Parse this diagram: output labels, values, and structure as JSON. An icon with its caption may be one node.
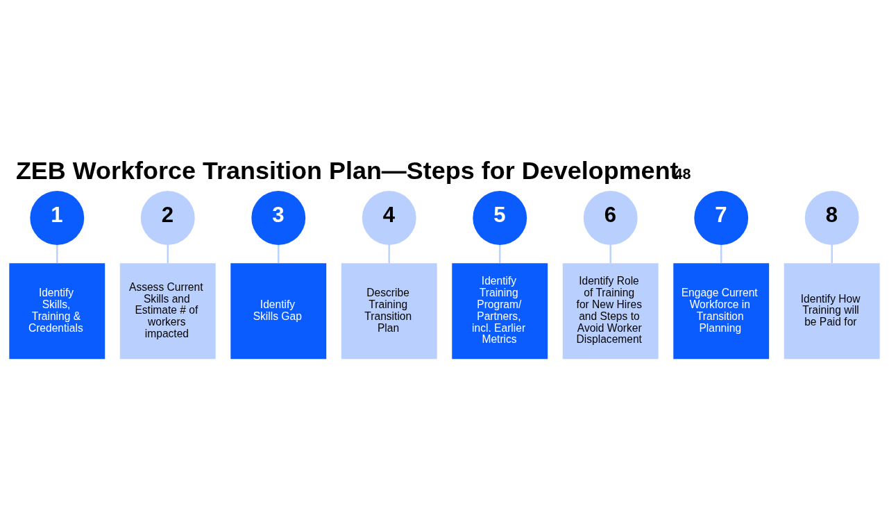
{
  "diagram": {
    "title": "ZEB Workforce Transition Plan—Steps for Development$^{48}$",
    "nodes": [
      {
        "text": [
          "1"
        ]
      },
      {
        "text": [
          "Identify Skills, Training & Credentials"
        ]
      },
      {
        "text": [
          "2"
        ]
      },
      {
        "text": [
          "Assess Current Skills and Estimate # of workers impacted"
        ]
      },
      {
        "text": [
          "3"
        ]
      },
      {
        "text": [
          "Identify Skills Gap"
        ]
      },
      {
        "text": [
          "4"
        ]
      },
      {
        "text": [
          "Describe Training Transition Plan"
        ]
      },
      {
        "text": [
          "5"
        ]
      },
      {
        "text": [
          "Identify Training Program/ Partners, incl. Earlier Metrics"
        ]
      },
      {
        "text": [
          "6"
        ]
      },
      {
        "text": [
          "Identify Role of Training for New Hires and Steps to Avoid Worker Displacement"
        ]
      },
      {
        "text": [
          "7"
        ]
      },
      {
        "text": [
          "Engage Current Workforce in Transition Planning"
        ]
      },
      {
        "text": [
          "8"
        ]
      },
      {
        "text": [
          "Identify How Training will be Paid for"
        ]
      }
    ],
    "edges": [
      {
        "from": 0,
        "to": 1,
        "arrow": "none"
      },
      {
        "from": 2,
        "to": 3,
        "arrow": "none"
      },
      {
        "from": 4,
        "to": 5,
        "arrow": "none"
      },
      {
        "from": 6,
        "to": 7,
        "arrow": "none"
      },
      {
        "from": 8,
        "to": 9,
        "arrow": "none"
      },
      {
        "from": 10,
        "to": 11,
        "arrow": "none"
      },
      {
        "from": 12,
        "to": 13,
        "arrow": "none"
      },
      {
        "from": 14,
        "to": 15,
        "arrow": "none"
      }
    ]
  }
}
